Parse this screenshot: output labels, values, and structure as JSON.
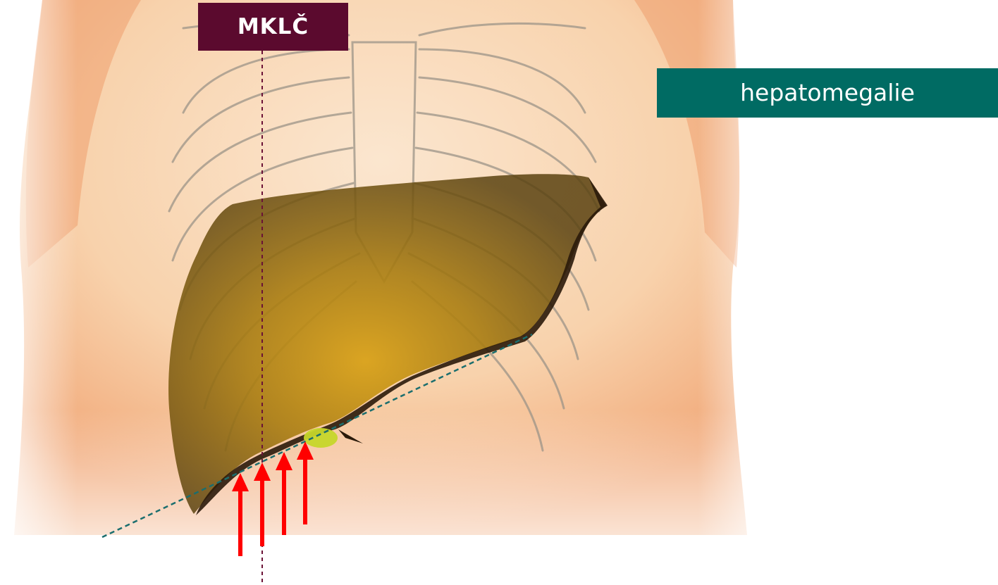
{
  "labels": {
    "midclavicular_line": "MKLČ",
    "diagnosis": "hepatomegalie"
  },
  "colors": {
    "midclavicular_label_bg": "#5b0a2e",
    "diagnosis_label_bg": "#006b63",
    "arrow": "#ff0000",
    "liver": "#8a6a10",
    "gallbladder": "#c6d62a",
    "skin": "#f5c79a",
    "rib_outline": "#9c9488",
    "guide_line": "#1b6e6e",
    "midclavicular_line": "#6b1236"
  },
  "arrow_count": 4
}
